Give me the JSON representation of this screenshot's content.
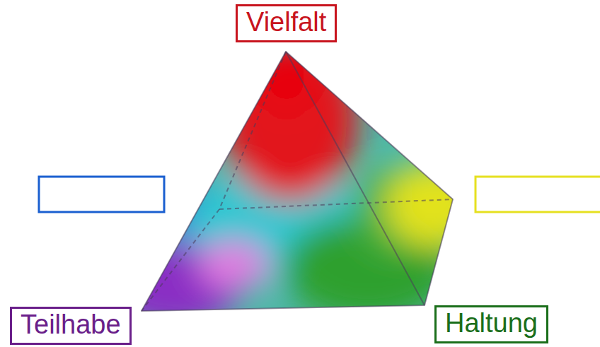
{
  "diagram": {
    "nodes": [
      {
        "text": [
          "Vielfalt"
        ]
      },
      {
        "text": [
          "Teilhabe"
        ]
      },
      {
        "text": [
          "Haltung"
        ]
      }
    ]
  }
}
